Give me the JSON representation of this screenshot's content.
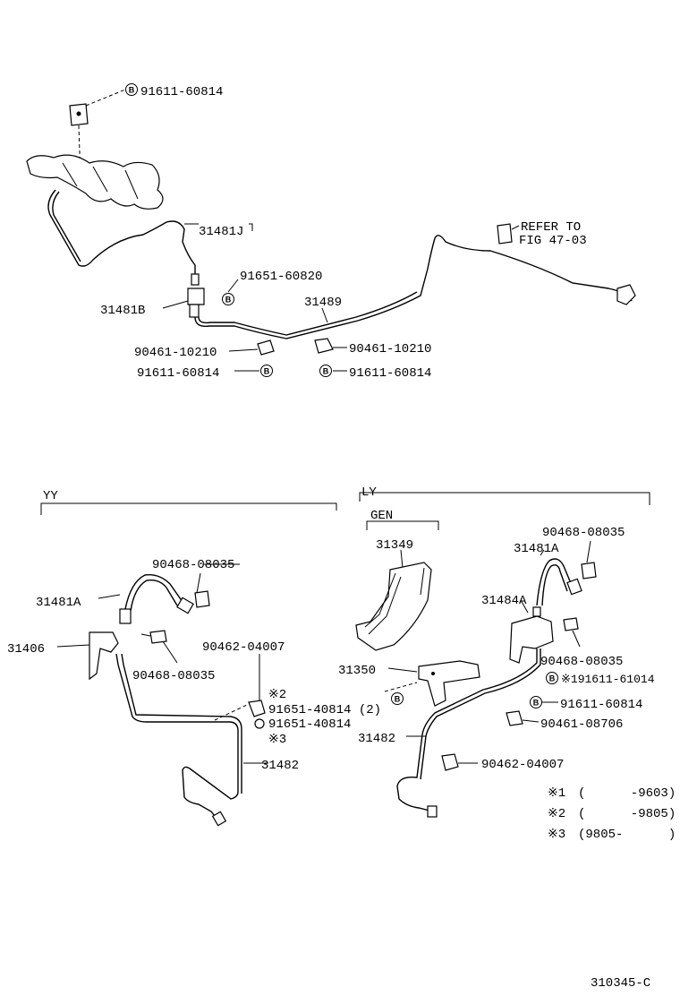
{
  "figure_code": "310345-C",
  "sections": {
    "yy": "YY",
    "ly": "LY",
    "gen": "GEN"
  },
  "labels": {
    "top_91611_a": "91611-60814",
    "p31481j": "31481J",
    "p91651_60820": "91651-60820",
    "p31481b": "31481B",
    "p31489": "31489",
    "p90461_l": "90461-10210",
    "p90461_r": "90461-10210",
    "p91611_l": "91611-60814",
    "p91611_r": "91611-60814",
    "refer_to": "REFER TO",
    "fig_ref": "FIG 47-03",
    "yy_90468_a": "90468-08035",
    "yy_31481a": "31481A",
    "yy_31406": "31406",
    "yy_90468_b": "90468-08035",
    "yy_90462": "90462-04007",
    "yy_note2": "※2",
    "yy_91651_2": "91651-40814 (2)",
    "yy_91651": "91651-40814",
    "yy_note3": "※3",
    "yy_31482": "31482",
    "ly_31349": "31349",
    "ly_90468_a": "90468-08035",
    "ly_31481a": "31481A",
    "ly_31484a": "31484A",
    "ly_90468_b": "90468-08035",
    "ly_91611_61014": "※191611-61014",
    "ly_31350": "31350",
    "ly_91611_60814": "91611-60814",
    "ly_90461_08706": "90461-08706",
    "ly_31482": "31482",
    "ly_90462": "90462-04007"
  },
  "badge_letter": "B",
  "footnotes": [
    {
      "mark": "※1",
      "text": "(      -9603)"
    },
    {
      "mark": "※2",
      "text": "(      -9805)"
    },
    {
      "mark": "※3",
      "text": "(9805-      )"
    }
  ]
}
